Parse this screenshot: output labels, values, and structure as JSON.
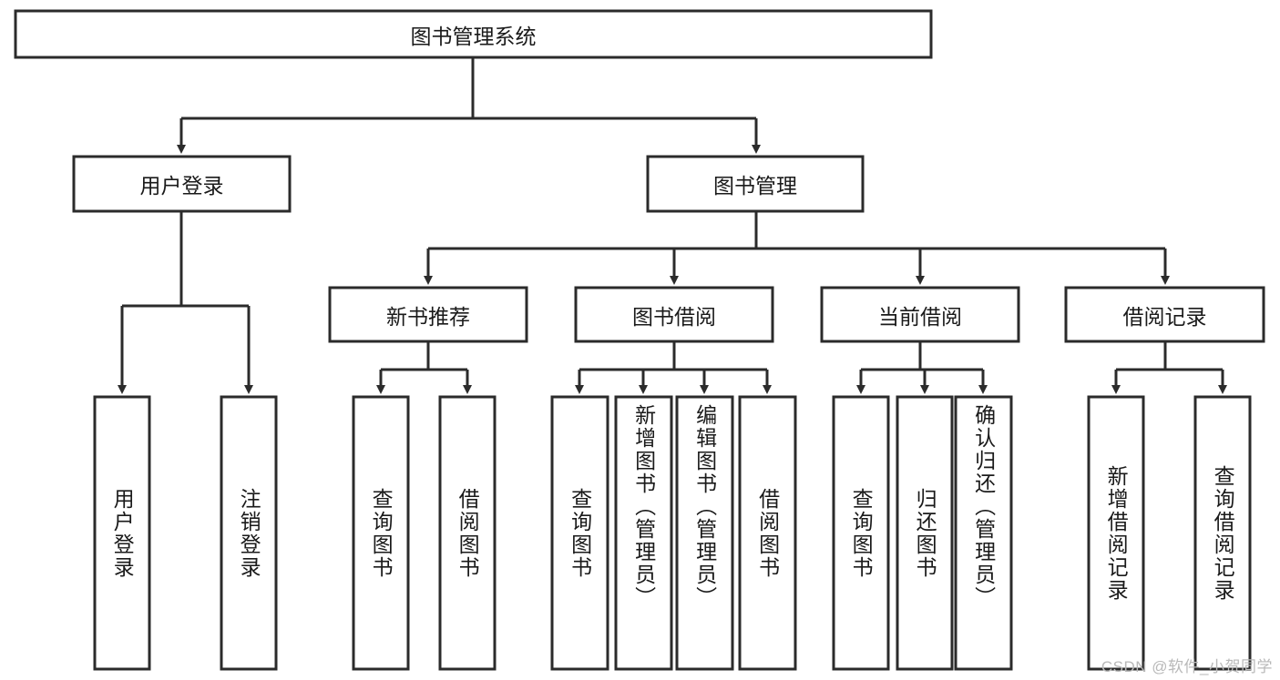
{
  "diagram": {
    "type": "tree-hierarchy-chart",
    "title": "图书管理系统",
    "watermark": "CSDN @软件_小贺同学",
    "colors": {
      "box_stroke": "#2b2b2b",
      "box_fill": "#ffffff",
      "text": "#1a1a1a",
      "background": "#ffffff",
      "watermark": "#b9b9b9"
    },
    "levels": {
      "root": {
        "label": "图书管理系统"
      },
      "level2": [
        {
          "label": "用户登录"
        },
        {
          "label": "图书管理"
        }
      ],
      "level3": [
        {
          "label": "新书推荐"
        },
        {
          "label": "图书借阅"
        },
        {
          "label": "当前借阅"
        },
        {
          "label": "借阅记录"
        }
      ],
      "leaves": {
        "user_login": [
          {
            "label": "用户登录"
          },
          {
            "label": "注销登录"
          }
        ],
        "new_book_recommend": [
          {
            "label": "查询图书"
          },
          {
            "label": "借阅图书"
          }
        ],
        "book_borrow": [
          {
            "label": "查询图书"
          },
          {
            "label": "新增图书（管理员）"
          },
          {
            "label": "编辑图书（管理员）"
          },
          {
            "label": "借阅图书"
          }
        ],
        "current_borrow": [
          {
            "label": "查询图书"
          },
          {
            "label": "归还图书"
          },
          {
            "label": "确认归还（管理员）"
          }
        ],
        "borrow_record": [
          {
            "label": "新增借阅记录"
          },
          {
            "label": "查询借阅记录"
          }
        ]
      }
    }
  }
}
